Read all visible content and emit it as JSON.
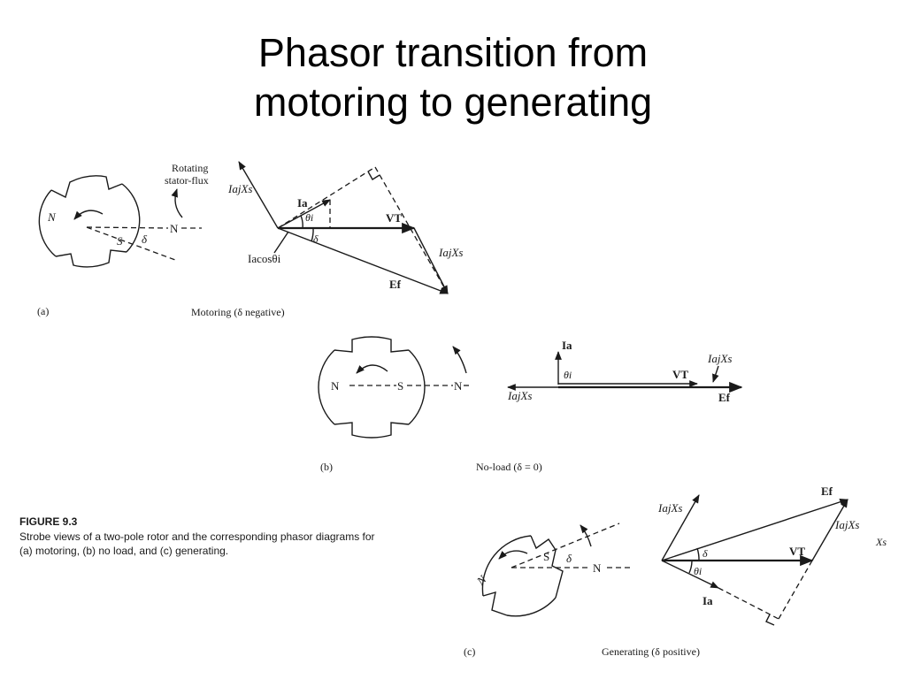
{
  "slide": {
    "title_line1": "Phasor transition from",
    "title_line2": "motoring to generating"
  },
  "figure": {
    "caption_heading": "FIGURE 9.3",
    "caption_line1": "Strobe views of a two-pole rotor and the corresponding phasor diagrams for",
    "caption_line2": "(a) motoring, (b) no load, and (c) generating.",
    "stray_label": "Xs"
  },
  "panel_a": {
    "tag": "(a)",
    "caption": "Motoring (δ negative)",
    "rotating_label_1": "Rotating",
    "rotating_label_2": "stator-flux",
    "rotor_n": "N",
    "stator_n": "N",
    "stator_s": "S",
    "delta": "δ",
    "phasor_iajxs_left": "IajXs",
    "phasor_iajxs_right": "IajXs",
    "phasor_ia": "Ia",
    "phasor_theta": "θi",
    "phasor_vt": "VT",
    "phasor_delta": "δ",
    "phasor_iacos": "Iacosθi",
    "phasor_ef": "Ef"
  },
  "panel_b": {
    "tag": "(b)",
    "caption": "No-load (δ = 0)",
    "rotor_n": "N",
    "rotor_s": "S",
    "stator_n": "N",
    "phasor_ia": "Ia",
    "phasor_theta": "θi",
    "phasor_vt": "VT",
    "phasor_iajxs_top": "IajXs",
    "phasor_iajxs_left": "IajXs",
    "phasor_ef": "Ef"
  },
  "panel_c": {
    "tag": "(c)",
    "caption": "Generating (δ positive)",
    "rotor_n": "N",
    "stator_s": "S",
    "stator_n": "N",
    "delta": "δ",
    "phasor_iajxs_left": "IajXs",
    "phasor_ef": "Ef",
    "phasor_iajxs_right": "IajXs",
    "phasor_delta": "δ",
    "phasor_vt": "VT",
    "phasor_theta": "θi",
    "phasor_ia": "Ia"
  }
}
